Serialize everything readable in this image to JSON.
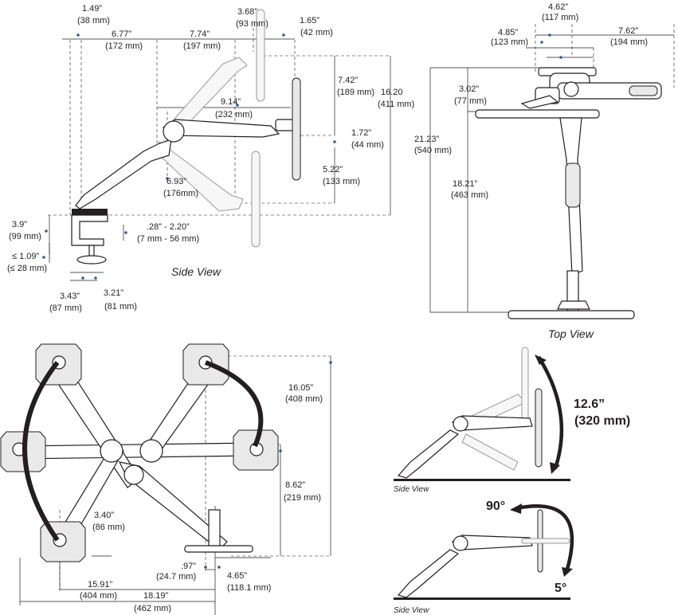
{
  "side_view": {
    "title": "Side View",
    "dims": {
      "d149": {
        "in": "1.49”",
        "mm": "(38 mm)"
      },
      "d677": {
        "in": "6.77”",
        "mm": "(172 mm)"
      },
      "d774": {
        "in": "7.74”",
        "mm": "(197 mm)"
      },
      "d368": {
        "in": "3.68”",
        "mm": "(93 mm)"
      },
      "d165": {
        "in": "1.65”",
        "mm": "(42 mm)"
      },
      "d742": {
        "in": "7.42”",
        "mm": "(189 mm)"
      },
      "d1620": {
        "in": "16.20",
        "mm": "(411 mm)"
      },
      "d914": {
        "in": "9.14”",
        "mm": "(232 mm)"
      },
      "d172": {
        "in": "1.72”",
        "mm": "(44 mm)"
      },
      "d522": {
        "in": "5.22”",
        "mm": "(133 mm)"
      },
      "d693": {
        "in": "6.93”",
        "mm": "(176mm)"
      },
      "d39": {
        "in": "3.9”",
        "mm": "(99 mm)"
      },
      "d028": {
        "in": ".28” - 2.20”",
        "mm": "(7 mm - 56 mm)"
      },
      "d109": {
        "in": "≤ 1.09”",
        "mm": "(≤ 28 mm)"
      },
      "d343": {
        "in": "3.43”",
        "mm": "(87 mm)"
      },
      "d321": {
        "in": "3.21”",
        "mm": "(81 mm)"
      }
    }
  },
  "top_view": {
    "title": "Top View",
    "dims": {
      "d462": {
        "in": "4.62”",
        "mm": "(117 mm)"
      },
      "d485": {
        "in": "4.85”",
        "mm": "(123 mm)"
      },
      "d762": {
        "in": "7.62”",
        "mm": "(194 mm)"
      },
      "d302": {
        "in": "3.02”",
        "mm": "(77 mm)"
      },
      "d2123": {
        "in": "21.23”",
        "mm": "(540 mm)"
      },
      "d1821": {
        "in": "18.21”",
        "mm": "(463 mm)"
      }
    }
  },
  "rotation_view": {
    "dims": {
      "d1605": {
        "in": "16.05”",
        "mm": "(408 mm)"
      },
      "d862": {
        "in": "8.62”",
        "mm": "(219 mm)"
      },
      "d340": {
        "in": "3.40”",
        "mm": "(86 mm)"
      },
      "d097": {
        "in": ".97”",
        "mm": "(24.7 mm)"
      },
      "d465": {
        "in": "4.65”",
        "mm": "(118.1 mm)"
      },
      "d1591": {
        "in": "15.91”",
        "mm": "(404 mm)"
      },
      "d1819": {
        "in": "18.19”",
        "mm": "(462 mm)"
      }
    }
  },
  "lift_view": {
    "title": "Side View",
    "travel_in": "12.6”",
    "travel_mm": "(320 mm)"
  },
  "tilt_view": {
    "title": "Side View",
    "tilt_up": "90°",
    "tilt_down": "5°"
  },
  "colors": {
    "line": "#231f20",
    "accent_blue": "#2f5f8f"
  }
}
